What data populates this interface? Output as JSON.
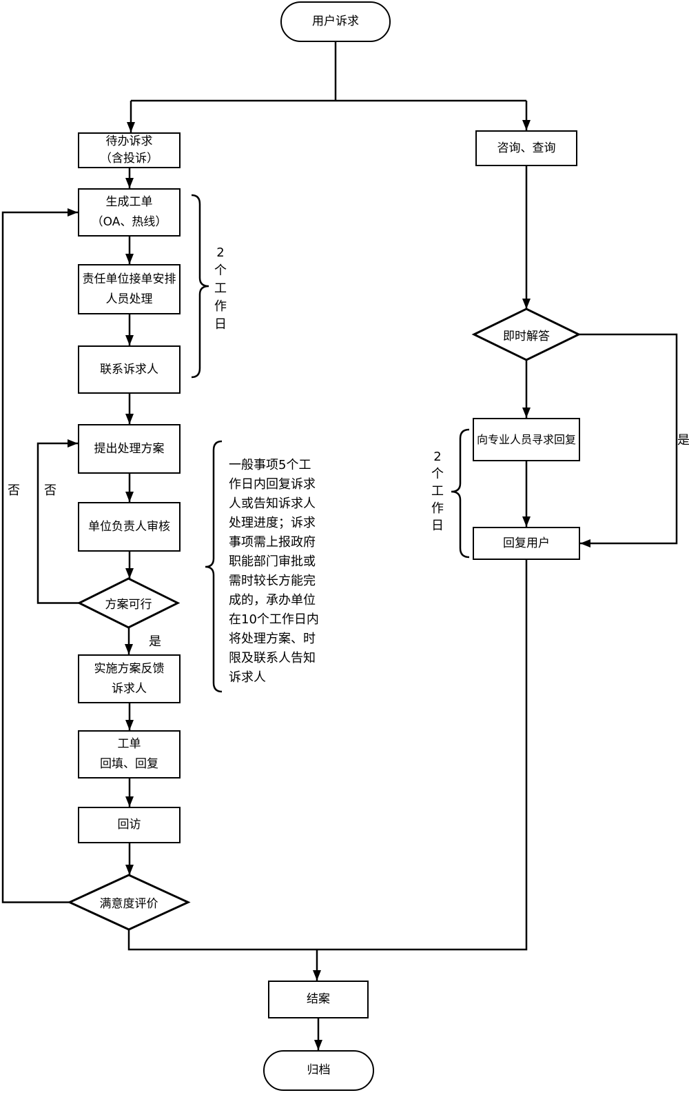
{
  "diagram": {
    "background": "#ffffff",
    "line_color": "#000000",
    "nodes": {
      "start": "用户诉求",
      "pending": "待办诉求\n（含投诉）",
      "generate": "生成工单\n（OA、热线）",
      "assign": "责任单位接单安排\n人员处理",
      "contact": "联系诉求人",
      "propose": "提出处理方案",
      "review": "单位负责人审核",
      "feasible": "方案可行",
      "implement": "实施方案反馈\n诉求人",
      "refill": "工单\n回填、回复",
      "revisit": "回访",
      "satisfaction": "满意度评价",
      "consult": "咨询、查询",
      "instant": "即时解答",
      "expert": "向专业人员寻求回复",
      "reply_user": "回复用户",
      "close_case": "结案",
      "archive": "归档"
    },
    "labels": {
      "yes_feasible": "是",
      "no_feasible": "否",
      "no_satisfaction": "否",
      "yes_instant": "是",
      "work_days_left": "2\n个\n工\n作\n日",
      "work_days_right": "2\n个\n工\n作\n日",
      "note": "一般事项5个工\n作日内回复诉求\n人或告知诉求人\n处理进度；诉求\n事项需上报政府\n职能部门审批或\n需时较长方能完\n成的，承办单位\n在10个工作日内\n将处理方案、时\n限及联系人告知\n诉求人"
    }
  }
}
